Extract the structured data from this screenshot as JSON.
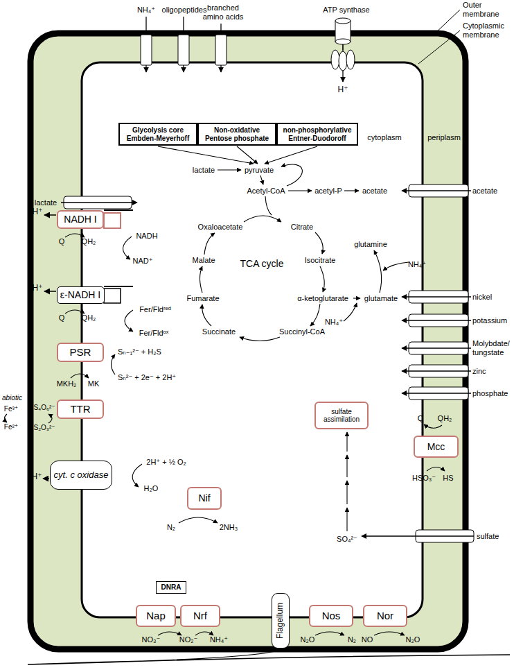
{
  "diagram": {
    "nodes": [
      {
        "text": [
          "Glycolysis core Embden-Meyerhoff"
        ]
      },
      {
        "text": [
          "Non-oxidative Pentose phosphate"
        ]
      },
      {
        "text": [
          "non-phosphorylative Entner-Duodoroff"
        ]
      },
      {
        "text": [
          "NADH I"
        ]
      },
      {
        "text": [
          "ε-NADH I"
        ]
      },
      {
        "text": [
          "PSR"
        ]
      },
      {
        "text": [
          "TTR"
        ]
      },
      {
        "text": [
          "cyt. c oxidase"
        ]
      },
      {
        "text": [
          "Nif"
        ]
      },
      {
        "text": [
          "sulfate assimilation"
        ]
      },
      {
        "text": [
          "Mcc"
        ]
      },
      {
        "text": [
          "DNRA"
        ]
      },
      {
        "text": [
          "Nap"
        ]
      },
      {
        "text": [
          "Nrf"
        ]
      },
      {
        "text": [
          "Flagellum"
        ]
      },
      {
        "text": [
          "Nos"
        ]
      },
      {
        "text": [
          "Nor"
        ]
      }
    ],
    "labels": [
      "NH₄⁺",
      "oligopeptides",
      "branched amino acids",
      "ATP synthase",
      "Outer membrane",
      "Cytoplasmic membrane",
      "H⁺",
      "lactate",
      "pyruvate",
      "Acetyl-CoA",
      "acetyl-P",
      "acetate",
      "cytoplasm",
      "periplasm",
      "acetate",
      "lactate",
      "Oxaloacetate",
      "Citrate",
      "Malate",
      "TCA cycle",
      "Isocitrate",
      "glutamine",
      "NH₄⁺",
      "Fumarate",
      "α-ketoglutarate",
      "glutamate",
      "Succinate",
      "Succinyl-CoA",
      "NH₄⁺",
      "H⁺",
      "NADH",
      "NAD⁺",
      "Q",
      "QH₂",
      "H⁺",
      "Fer/Fldʳᵉᵈ",
      "Fer/Fldᵒˣ",
      "Q",
      "QH₂",
      "Sₙ₋₁²⁻ + H₂S",
      "Sₙ²⁻ + 2e⁻ + 2H⁺",
      "MKH₂",
      "MK",
      "abiotic",
      "Fe³⁺",
      "S₄O₆²⁻",
      "Fe²⁺",
      "S₂O₃²⁻",
      "H⁺",
      "2H⁺ + ½ O₂",
      "H₂O",
      "N₂",
      "2NH₃",
      "nickel",
      "potassium",
      "Molybdate/ tungstate",
      "zinc",
      "phosphate",
      "Q",
      "QH₂",
      "HSO₃⁻",
      "HS",
      "SO₄²⁻",
      "sulfate",
      "NO₃⁻",
      "NO₂⁻",
      "NH₄⁺",
      "N₂O",
      "N₂",
      "NO",
      "N₂O"
    ]
  }
}
